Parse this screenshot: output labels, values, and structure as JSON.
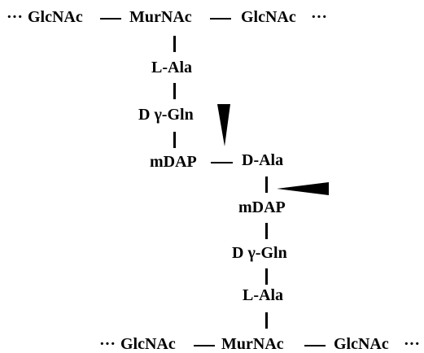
{
  "upper_strand": {
    "chain": {
      "leading_ellipsis": "···",
      "sugar_left": "GlcNAc",
      "sugar_center": "MurNAc",
      "sugar_right": "GlcNAc",
      "trailing_ellipsis": "···"
    },
    "stem_peptide": {
      "residue_1": "L-Ala",
      "residue_2": "D γ-Gln",
      "residue_3": "mDAP"
    }
  },
  "crosslink_residue": "D-Ala",
  "lower_strand": {
    "stem_peptide": {
      "residue_3": "mDAP",
      "residue_2": "D γ-Gln",
      "residue_1": "L-Ala"
    },
    "chain": {
      "leading_ellipsis": "···",
      "sugar_left": "GlcNAc",
      "sugar_center": "MurNAc",
      "sugar_right": "GlcNAc",
      "trailing_ellipsis": "···"
    }
  },
  "cleavage_markers": [
    {
      "name": "cleavage-arrow-vertical",
      "color": "#000000"
    },
    {
      "name": "cleavage-arrow-horizontal",
      "color": "#000000"
    }
  ]
}
